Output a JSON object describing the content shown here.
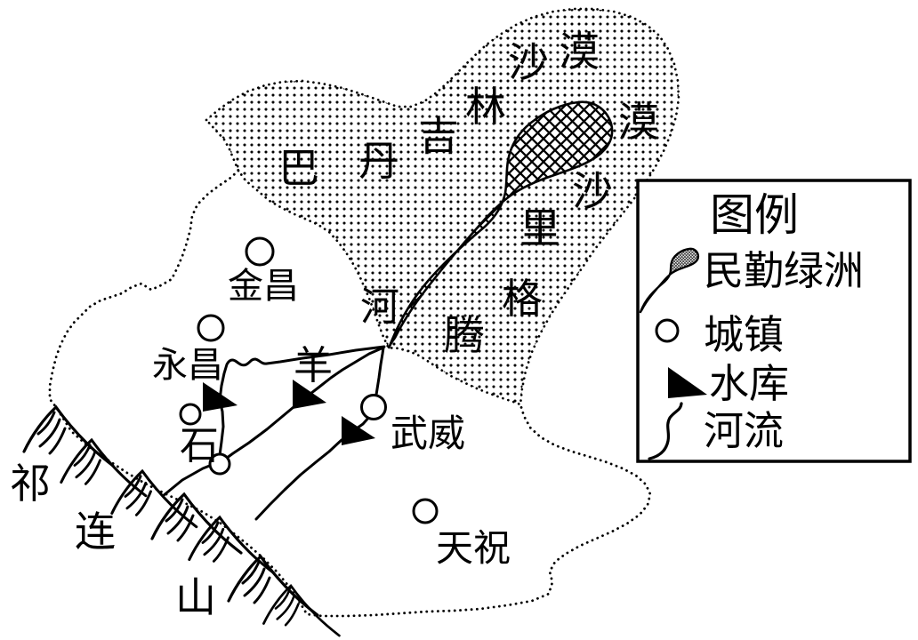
{
  "figure": {
    "background": "#ffffff",
    "ink": "#000000",
    "description_type": "schematic-geography-map"
  },
  "deserts": {
    "badain_jaran": {
      "chars": [
        "巴",
        "丹",
        "吉",
        "林",
        "沙",
        "漠"
      ]
    },
    "tengger": {
      "chars": [
        "腾",
        "格",
        "里",
        "沙",
        "漠"
      ]
    }
  },
  "oasis": {
    "name": "民勤绿洲"
  },
  "river": {
    "name_chars": [
      "石",
      "羊",
      "河"
    ]
  },
  "cities": {
    "jinchang": "金昌",
    "yongchang": "永昌",
    "wuwei": "武威",
    "tianzhu": "天祝"
  },
  "mountains": {
    "chars": [
      "祁",
      "连",
      "山"
    ]
  },
  "legend": {
    "title": "图例",
    "items": [
      {
        "label": "民勤绿洲",
        "symbol": "oasis-crosshatch-swatch"
      },
      {
        "label": "城镇",
        "symbol": "town-circle"
      },
      {
        "label": "水库",
        "symbol": "reservoir-triangle"
      },
      {
        "label": "河流",
        "symbol": "river-line"
      }
    ]
  }
}
